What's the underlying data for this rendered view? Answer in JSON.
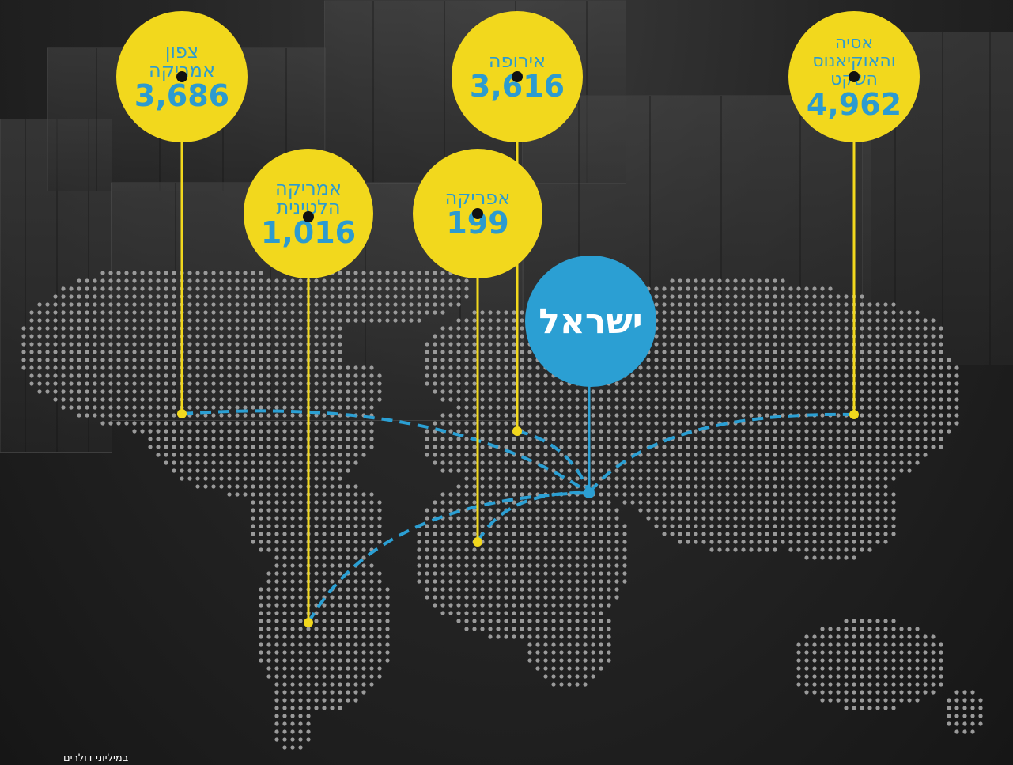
{
  "colors": {
    "bubble": "#f2d81d",
    "value_text": "#2c9bd0",
    "israel": "#2b9fd3",
    "connector_line": "#f2d81d",
    "route": "#2b9fd3",
    "map_dots": "#9a9a9a"
  },
  "israel": {
    "label": "ישראל"
  },
  "regions": [
    {
      "id": "north-america",
      "name": "צפון\nאמריקה",
      "value": "3,686"
    },
    {
      "id": "latin-america",
      "name": "אמריקה\nהלטינית",
      "value": "1,016"
    },
    {
      "id": "africa",
      "name": "אפריקה",
      "value": "199"
    },
    {
      "id": "europe",
      "name": "אירופה",
      "value": "3,616"
    },
    {
      "id": "asia-oceania",
      "name": "אסיה\nוהאוקיאנוס\nהשקט",
      "value": "4,962"
    }
  ],
  "footnote": "במיליוני דולרים"
}
